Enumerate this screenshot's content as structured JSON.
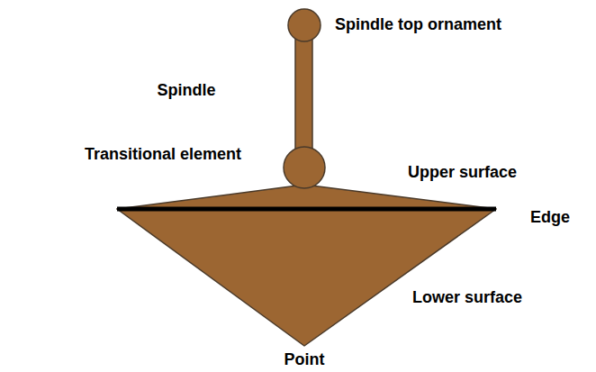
{
  "diagram": {
    "labels": [
      "Spindle top ornament",
      "Spindle",
      "Transitional element",
      "Upper surface",
      "Edge",
      "Lower surface",
      "Point"
    ]
  }
}
